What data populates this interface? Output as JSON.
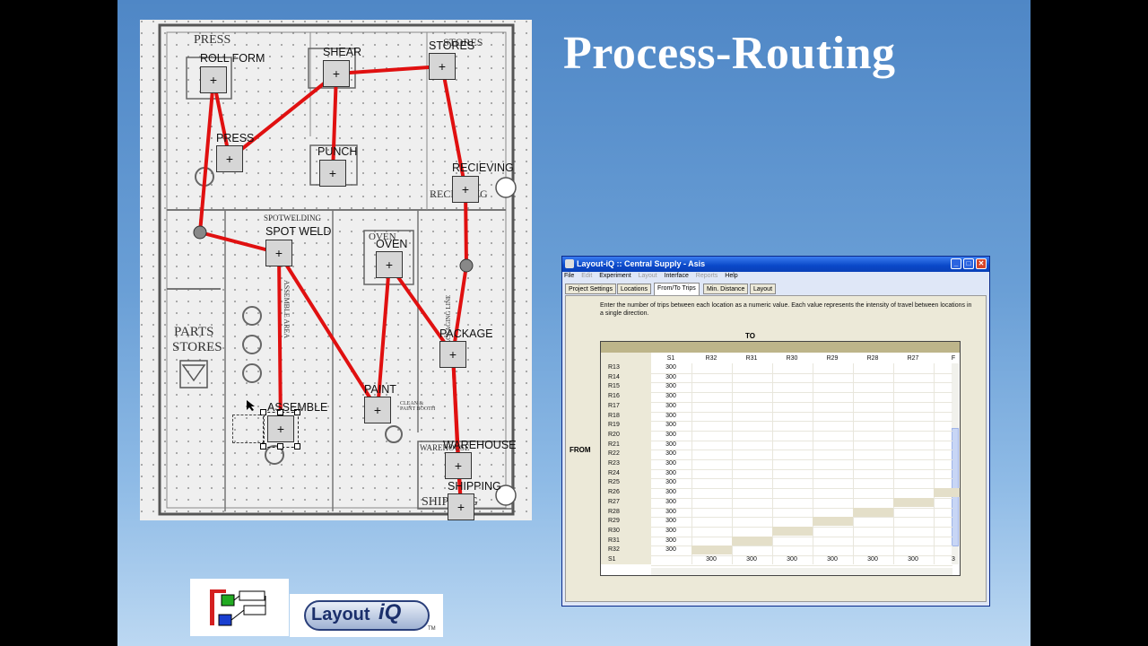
{
  "slide": {
    "title": "Process-Routing"
  },
  "floorplan": {
    "print_labels": [
      "PRESS",
      "STORES",
      "PARTS",
      "STORES",
      "SPOTWELDING",
      "OVEN",
      "ASSEMBLE AREA",
      "CLEAN & PAINT BOOTH",
      "PACKAGING LINE",
      "WAREHOUSE",
      "SHIPPING",
      "RECEIVING"
    ],
    "nodes": [
      "ROLL FORM",
      "SHEAR",
      "STORES",
      "PRESS",
      "PUNCH",
      "RECIEVING",
      "SPOT WELD",
      "OVEN",
      "PACKAGE",
      "PAINT",
      "ASSEMBLE",
      "WAREHOUSE",
      "SHIPPING"
    ],
    "box_symbol": "+",
    "route_color": "#e01010"
  },
  "logos": {
    "layoutiq": "Layout",
    "layoutiq_suffix": "iQ",
    "trademark": "TM"
  },
  "window": {
    "title": "Layout-iQ  ::  Central Supply  -  Asis",
    "buttons": {
      "minimize": "_",
      "maximize": "□",
      "close": "✕"
    },
    "menu": [
      {
        "label": "File",
        "enabled": true
      },
      {
        "label": "Edit",
        "enabled": false
      },
      {
        "label": "Experiment",
        "enabled": true
      },
      {
        "label": "Layout",
        "enabled": false
      },
      {
        "label": "Interface",
        "enabled": true
      },
      {
        "label": "Reports",
        "enabled": false
      },
      {
        "label": "Help",
        "enabled": true
      }
    ],
    "tabs": [
      "Project Settings",
      "Locations",
      "From/To Trips",
      "Min. Distance",
      "Layout"
    ],
    "active_tab": "From/To Trips",
    "instructions": "Enter the number of trips between each location as a numeric value.  Each value represents the intensity of travel between locations in a single direction.",
    "to_label": "TO",
    "from_label": "FROM",
    "matrix": {
      "columns": [
        "S1",
        "R32",
        "R31",
        "R30",
        "R29",
        "R28",
        "R27",
        "F"
      ],
      "rows": [
        "R13",
        "R14",
        "R15",
        "R16",
        "R17",
        "R18",
        "R19",
        "R20",
        "R21",
        "R22",
        "R23",
        "R24",
        "R25",
        "R26",
        "R27",
        "R28",
        "R29",
        "R30",
        "R31",
        "R32",
        "S1"
      ],
      "s1_column_values": [
        "300",
        "300",
        "300",
        "300",
        "300",
        "300",
        "300",
        "300",
        "300",
        "300",
        "300",
        "300",
        "300",
        "300",
        "300",
        "300",
        "300",
        "300",
        "300",
        "300",
        ""
      ],
      "s1_row_values": [
        "",
        "300",
        "300",
        "300",
        "300",
        "300",
        "300",
        "3"
      ]
    }
  }
}
